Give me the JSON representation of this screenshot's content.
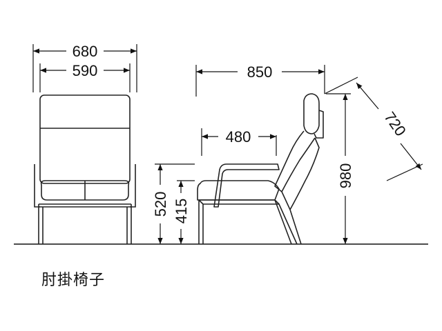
{
  "dimensions": {
    "front_overall_width": "680",
    "front_seat_width": "590",
    "side_depth": "850",
    "seat_depth": "480",
    "diagonal_depth": "720",
    "overall_height": "980",
    "arm_height": "520",
    "seat_height": "415"
  },
  "caption": "肘掛椅子"
}
